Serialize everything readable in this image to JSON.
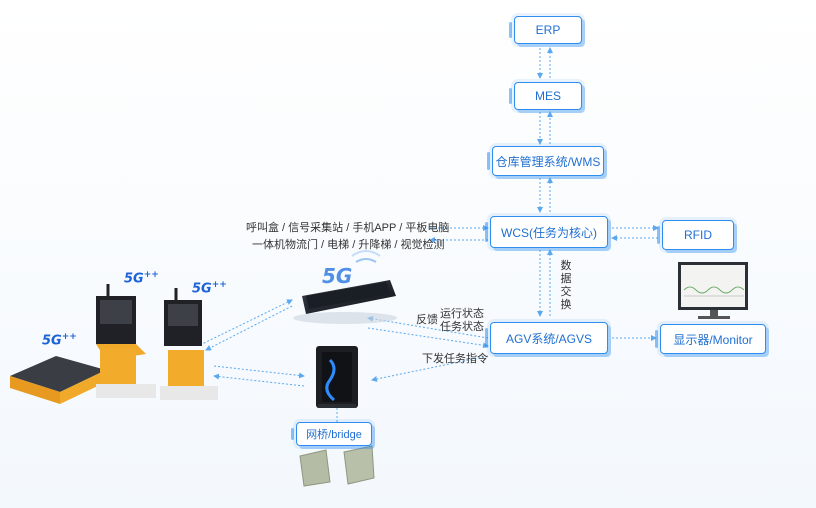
{
  "nodes": {
    "erp": "ERP",
    "mes": "MES",
    "wms": "仓库管理系统/WMS",
    "wcs": "WCS(任务为核心)",
    "rfid": "RFID",
    "agvs": "AGV系统/AGVS",
    "monitor": "显示器/Monitor",
    "bridge": "网桥/bridge"
  },
  "labels": {
    "devices_line1": "呼叫盒 / 信号采集站 / 手机APP / 平板电脑",
    "devices_line2": "一体机物流门 / 电梯 / 升降梯 / 视觉检测",
    "data_exchange": "数据交换",
    "feedback": "反馈",
    "status_line1": "运行状态",
    "status_line2": "任务状态",
    "dispatch": "下发任务指令"
  },
  "badges": {
    "fiveg": "5G",
    "plus": "++",
    "phone_5g": "5G"
  },
  "colors": {
    "accent": "#2e8ef0",
    "text": "#1f6fd1"
  }
}
